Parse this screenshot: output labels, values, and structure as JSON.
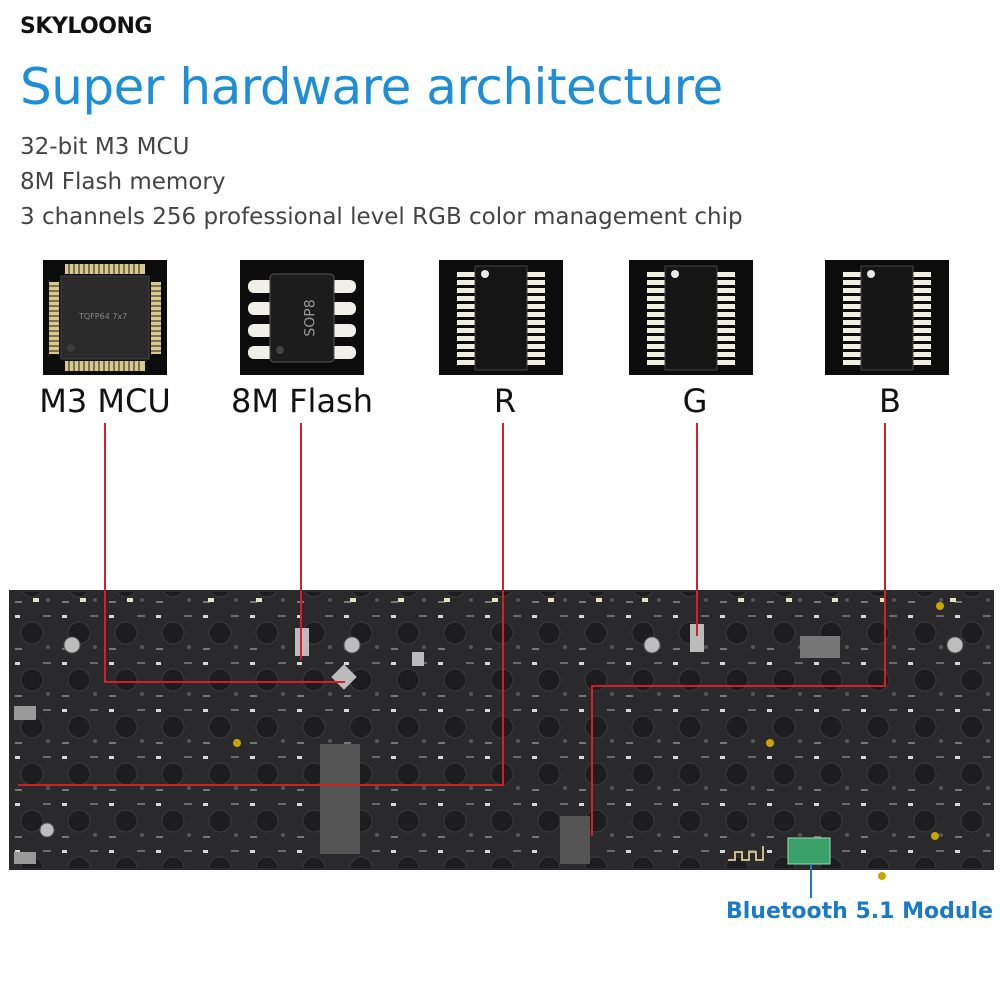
{
  "brand": {
    "logo_text": "SKYLOONG"
  },
  "header": {
    "title": "Super hardware architecture"
  },
  "specs": [
    "32-bit M3 MCU",
    "8M Flash memory",
    "3 channels 256 professional level RGB color management chip"
  ],
  "chips": [
    {
      "label": "M3 MCU",
      "marking": "TQFP64 7x7",
      "icon": "mcu-chip-icon"
    },
    {
      "label": "8M Flash",
      "marking": "SOP8",
      "icon": "flash-chip-icon"
    },
    {
      "label": "R",
      "icon": "rgb-driver-chip-icon"
    },
    {
      "label": "G",
      "icon": "rgb-driver-chip-icon"
    },
    {
      "label": "B",
      "icon": "rgb-driver-chip-icon"
    }
  ],
  "board": {
    "module_label": "Bluetooth 5.1 Module"
  },
  "colors": {
    "title": "#1e8fd6",
    "connector": "#d0202a",
    "module_label": "#1a7ac8",
    "pcb": "#2a2a2c"
  }
}
